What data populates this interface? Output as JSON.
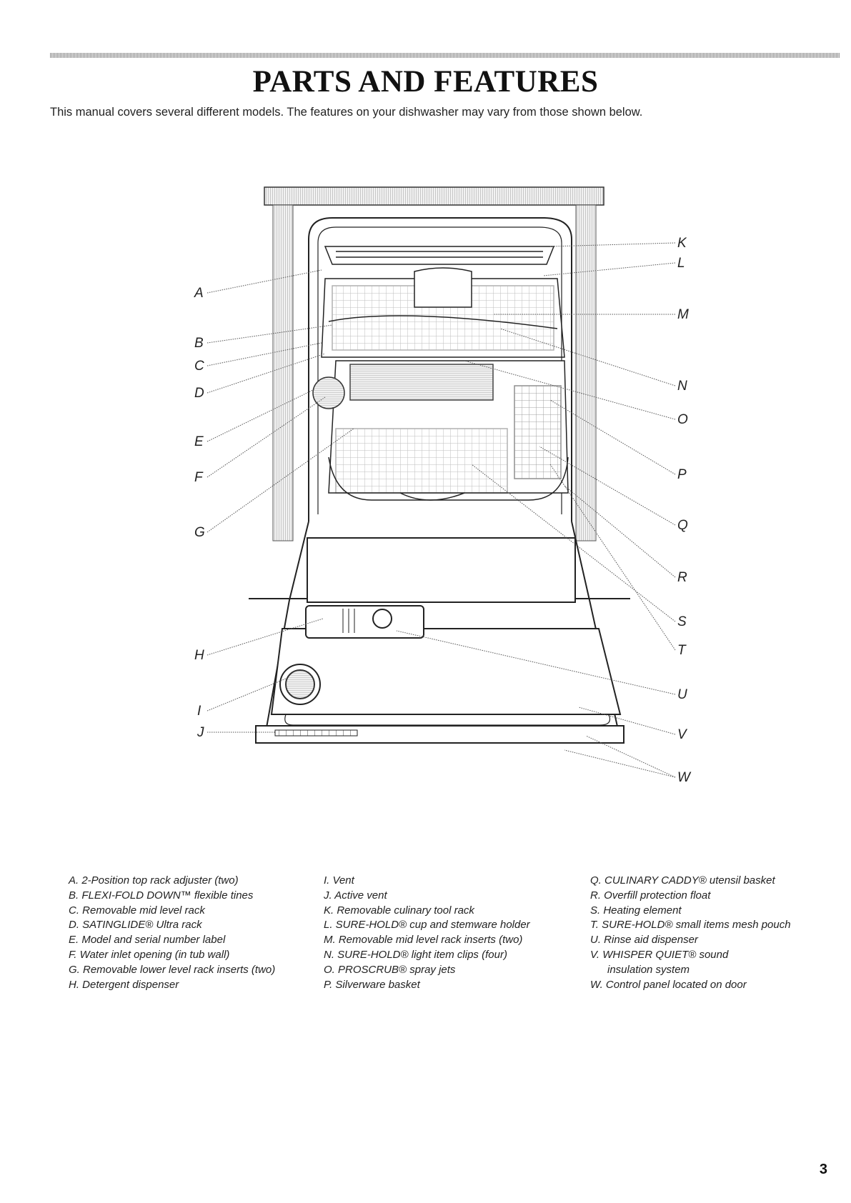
{
  "title": "PARTS AND FEATURES",
  "intro": "This manual covers several different models. The features on your dishwasher may vary from those shown below.",
  "diagram": {
    "callout_labels": [
      "A",
      "B",
      "C",
      "D",
      "E",
      "F",
      "G",
      "H",
      "I",
      "J",
      "K",
      "L",
      "M",
      "N",
      "O",
      "P",
      "Q",
      "R",
      "S",
      "T",
      "U",
      "V",
      "W"
    ]
  },
  "legend": {
    "col1": [
      "A. 2-Position top rack adjuster (two)",
      "B. FLEXI-FOLD DOWN™ flexible tines",
      "C. Removable mid level rack",
      "D. SATINGLIDE® Ultra rack",
      "E. Model and serial number label",
      "F. Water inlet opening (in tub wall)",
      "G. Removable lower level rack inserts (two)",
      "H. Detergent dispenser"
    ],
    "col2": [
      "I. Vent",
      "J. Active vent",
      "K. Removable culinary tool rack",
      "L. SURE-HOLD® cup and stemware holder",
      "M. Removable mid level rack inserts (two)",
      "N. SURE-HOLD® light item clips (four)",
      "O. PROSCRUB® spray jets",
      "P. Silverware basket"
    ],
    "col3": [
      "Q. CULINARY CADDY® utensil basket",
      "R. Overfill protection float",
      "S. Heating element",
      "T. SURE-HOLD® small items mesh pouch",
      "U. Rinse aid dispenser",
      "V. WHISPER QUIET® sound",
      "insulation system",
      "W. Control panel located on door"
    ]
  },
  "page_number": "3"
}
